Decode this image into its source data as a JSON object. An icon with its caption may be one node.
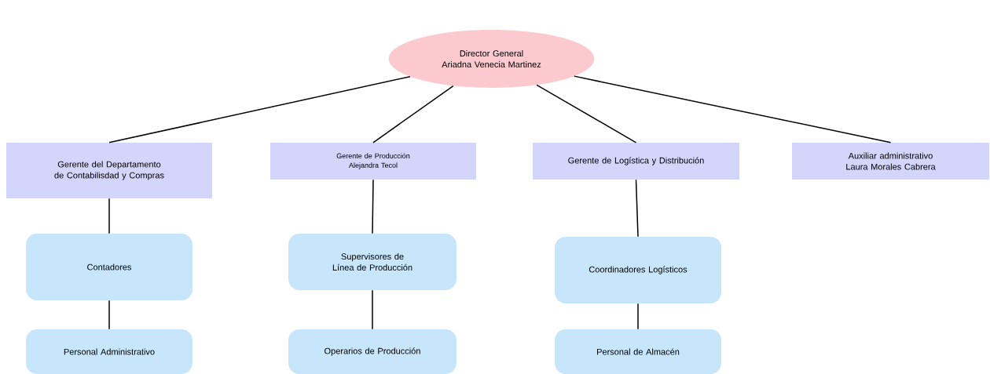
{
  "diagram": {
    "nodes": [
      {
        "text": [
          "Director  General",
          "Ariadna Venecia Martinez"
        ]
      },
      {
        "text": [
          "Gerente del Departamento de Contabilisdad y Compras"
        ]
      },
      {
        "text": [
          "Gerente de Producción",
          "Alejandra Tecol"
        ]
      },
      {
        "text": [
          "Gerente de Logística y Distribución"
        ]
      },
      {
        "text": [
          "Auxiliar administrativo",
          "Laura Morales Cabrera"
        ]
      },
      {
        "text": [
          "Contadores"
        ]
      },
      {
        "text": [
          "Personal Administrativo"
        ]
      },
      {
        "text": [
          "Supervisores de Línea de Producción"
        ]
      },
      {
        "text": [
          "Operarios de Producción"
        ]
      },
      {
        "text": [
          "Coordinadores Logísticos"
        ]
      },
      {
        "text": [
          "Personal de Almacén"
        ]
      }
    ],
    "edges": [
      {
        "from": 0,
        "to": 1,
        "arrow": "none"
      },
      {
        "from": 0,
        "to": 2,
        "arrow": "none"
      },
      {
        "from": 0,
        "to": 3,
        "arrow": "none"
      },
      {
        "from": 0,
        "to": 4,
        "arrow": "none"
      },
      {
        "from": 1,
        "to": 5,
        "arrow": "none"
      },
      {
        "from": 5,
        "to": 6,
        "arrow": "none"
      },
      {
        "from": 2,
        "to": 7,
        "arrow": "none"
      },
      {
        "from": 7,
        "to": 8,
        "arrow": "none"
      },
      {
        "from": 3,
        "to": 9,
        "arrow": "none"
      },
      {
        "from": 9,
        "to": 10,
        "arrow": "none"
      }
    ]
  }
}
